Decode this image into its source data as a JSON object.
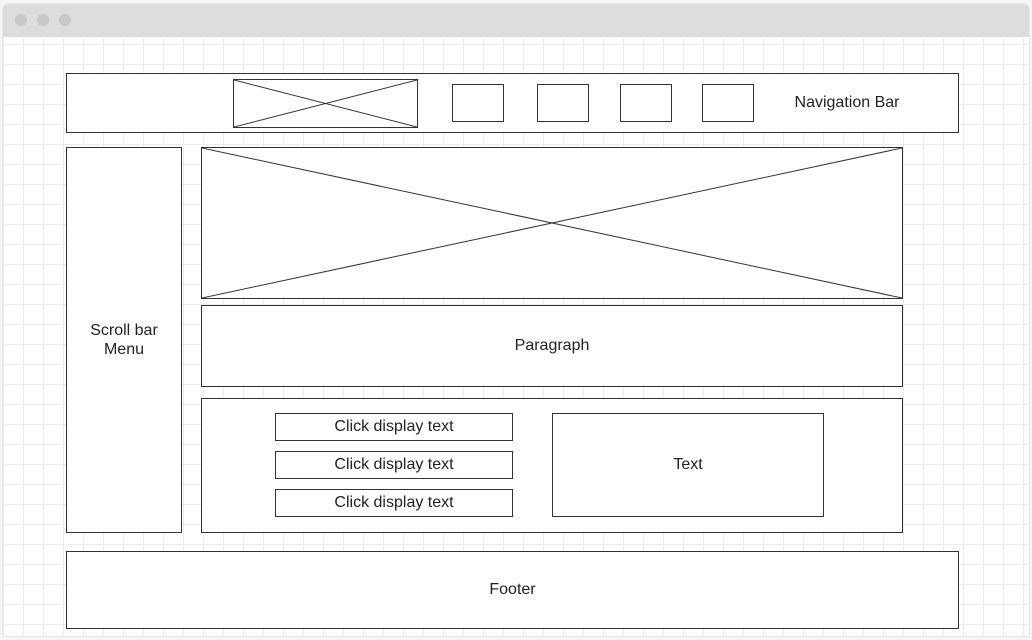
{
  "wireframe": {
    "nav_label": "Navigation Bar",
    "sidebar_label": "Scroll bar\nMenu",
    "paragraph_label": "Paragraph",
    "buttons": [
      "Click display text",
      "Click display text",
      "Click display text"
    ],
    "text_box_label": "Text",
    "footer_label": "Footer"
  },
  "icons": {
    "image_placeholder": "crossed-box-icon"
  }
}
